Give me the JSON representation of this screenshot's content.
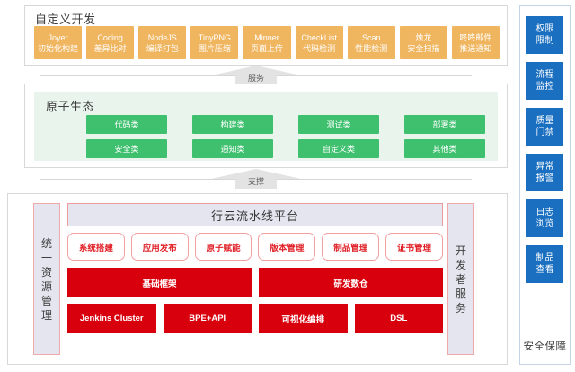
{
  "sections": {
    "custom_development": {
      "title": "自定义开发",
      "items": [
        {
          "name": "Joyer",
          "desc": "初始化构建"
        },
        {
          "name": "Coding",
          "desc": "差异比对"
        },
        {
          "name": "NodeJS",
          "desc": "编译打包"
        },
        {
          "name": "TinyPNG",
          "desc": "图片压缩"
        },
        {
          "name": "Minner",
          "desc": "页面上传"
        },
        {
          "name": "CheckList",
          "desc": "代码检测"
        },
        {
          "name": "Scan",
          "desc": "性能检测"
        },
        {
          "name": "烛龙",
          "desc": "安全扫描"
        },
        {
          "name": "咚咚邮件",
          "desc": "推送通知"
        }
      ]
    },
    "connector_service": {
      "label": "服务"
    },
    "atom_ecology": {
      "title": "原子生态",
      "items": [
        "代码类",
        "构建类",
        "测试类",
        "部署类",
        "安全类",
        "通知类",
        "自定义类",
        "其他类"
      ]
    },
    "connector_support": {
      "label": "支撑"
    },
    "pipeline_platform": {
      "left_rail": "统一资源管理",
      "right_rail": "开发者服务",
      "title": "行云流水线平台",
      "capabilities": [
        "系统搭建",
        "应用发布",
        "原子赋能",
        "版本管理",
        "制品管理",
        "证书管理"
      ],
      "core_bars": [
        "基础框架",
        "研发数仓"
      ],
      "tech_bars": [
        "Jenkins Cluster",
        "BPE+API",
        "可视化编排",
        "DSL"
      ]
    }
  },
  "sidebar": {
    "items": [
      {
        "l1": "权限",
        "l2": "限制"
      },
      {
        "l1": "流程",
        "l2": "监控"
      },
      {
        "l1": "质量",
        "l2": "门禁"
      },
      {
        "l1": "异常",
        "l2": "报警"
      },
      {
        "l1": "日志",
        "l2": "浏览"
      },
      {
        "l1": "制品",
        "l2": "查看"
      }
    ],
    "footer": "安全保障"
  },
  "colors": {
    "orange": "#f0b55f",
    "green": "#3fc06f",
    "green_bg": "#e9f5ec",
    "blue": "#1a6fc0",
    "red": "#d9000d",
    "red_outline": "#e01f26",
    "gray_bar": "#e4e5ee"
  }
}
